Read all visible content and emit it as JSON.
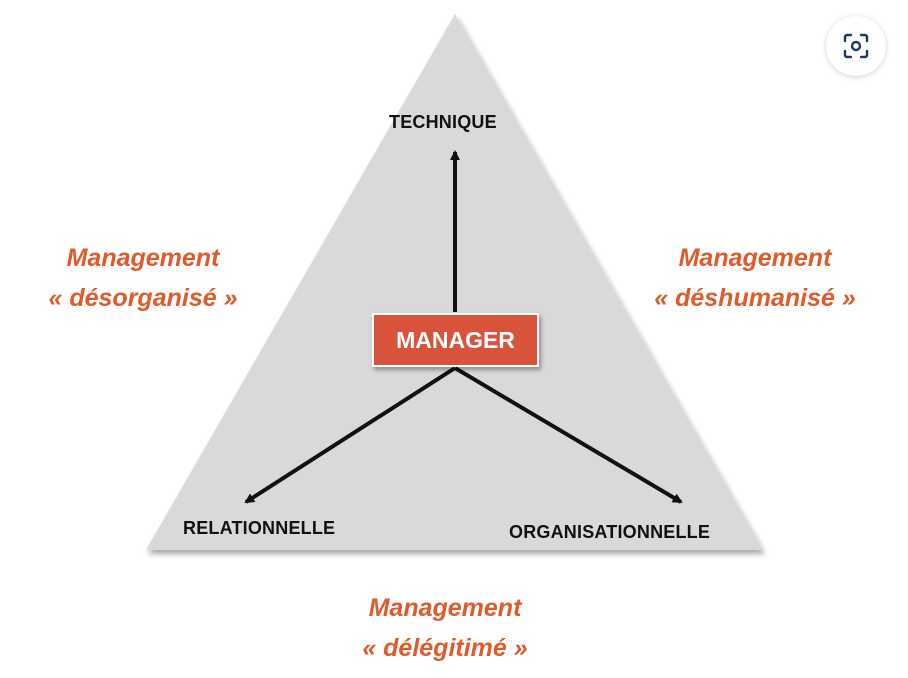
{
  "vertices": {
    "top": "TECHNIQUE",
    "left": "RELATIONNELLE",
    "right": "ORGANISATIONNELLE"
  },
  "center": "MANAGER",
  "sides": {
    "left": {
      "line1": "Management",
      "line2": "« désorganisé »"
    },
    "right": {
      "line1": "Management",
      "line2": "« déshumanisé »"
    },
    "bottom": {
      "line1": "Management",
      "line2": "« délégitimé »"
    }
  },
  "colors": {
    "triangle_fill": "#d9d9d9",
    "accent": "#e05a2b",
    "manager_box": "#d9533a",
    "arrow": "#111111"
  },
  "icons": {
    "lens": "visual-search-icon"
  }
}
